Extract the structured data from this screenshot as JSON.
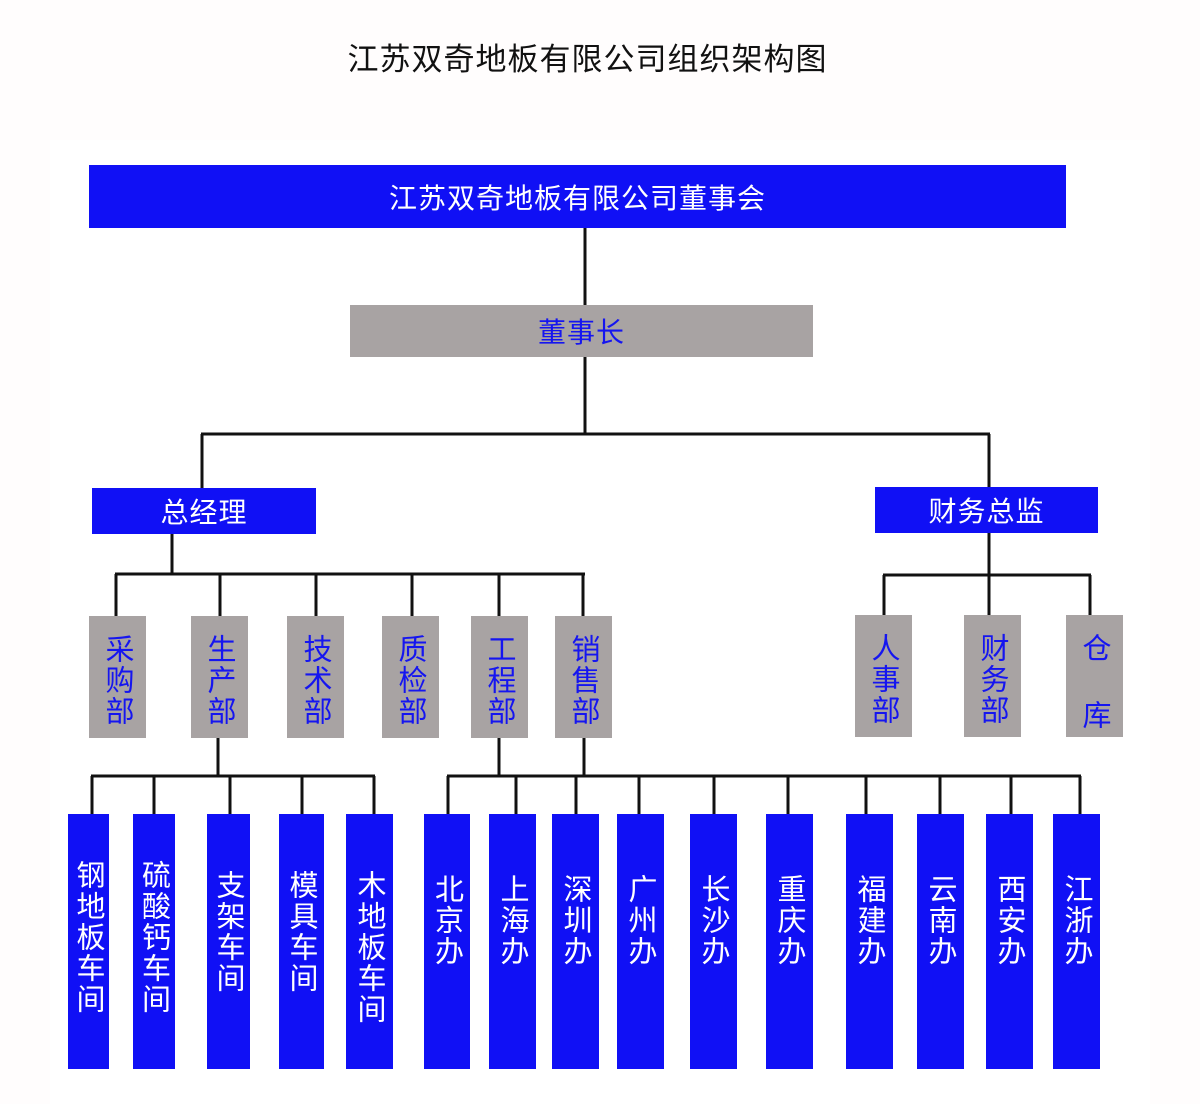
{
  "title": "江苏双奇地板有限公司组织架构图",
  "colors": {
    "blue_box": "#1010f5",
    "gray_box": "#a8a3a3",
    "gray_text": "#1515f0",
    "connector": "#111111"
  },
  "board": {
    "label": "江苏双奇地板有限公司董事会"
  },
  "chairman": {
    "label": "董事长"
  },
  "general_manager": {
    "label": "总经理",
    "departments": [
      {
        "label": "采购部"
      },
      {
        "label": "生产部",
        "children": [
          "钢地板车间",
          "硫酸钙车间",
          "支架车间",
          "模具车间",
          "木地板车间"
        ]
      },
      {
        "label": "技术部"
      },
      {
        "label": "质检部"
      },
      {
        "label": "工程部"
      },
      {
        "label": "销售部"
      }
    ]
  },
  "offices": [
    "北京办",
    "上海办",
    "深圳办",
    "广州办",
    "长沙办",
    "重庆办",
    "福建办",
    "云南办",
    "西安办",
    "江浙办"
  ],
  "finance_director": {
    "label": "财务总监",
    "departments": [
      {
        "label": "人事部"
      },
      {
        "label": "财务部"
      },
      {
        "label": "仓 库"
      }
    ]
  }
}
